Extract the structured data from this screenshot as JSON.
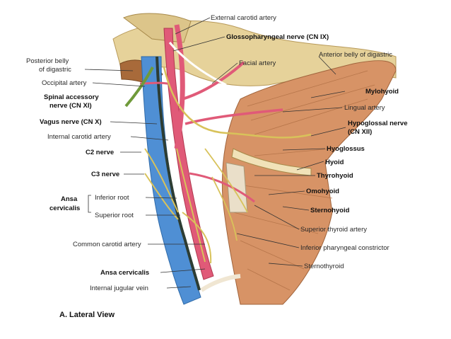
{
  "view_caption": "A. Lateral View",
  "colors": {
    "vein": "#4f8fd4",
    "artery": "#e05a78",
    "nerve": "#d8c25a",
    "muscle": "#d79366",
    "bone": "#e6d29a"
  },
  "labels": {
    "external_carotid_artery": "External carotid artery",
    "glossopharyngeal_nerve": "Glossopharyngeal nerve (CN IX)",
    "facial_artery": "Facial artery",
    "anterior_belly_digastric": "Anterior belly of digastric",
    "posterior_belly_line1": "Posterior belly",
    "posterior_belly_line2": "of digastric",
    "occipital_artery": "Occipital artery",
    "mylohyoid": "Mylohyoid",
    "spinal_accessory_line1": "Spinal accessory",
    "spinal_accessory_line2": "nerve (CN XI)",
    "lingual_artery": "Lingual artery",
    "vagus_nerve": "Vagus nerve (CN X)",
    "hypoglossal_line1": "Hypoglossal nerve",
    "hypoglossal_line2": "(CN XII)",
    "internal_carotid_artery": "Internal carotid artery",
    "hyoglossus": "Hyoglossus",
    "c2_nerve": "C2 nerve",
    "hyoid": "Hyoid",
    "thyrohyoid": "Thyrohyoid",
    "c3_nerve": "C3 nerve",
    "omohyoid": "Omohyoid",
    "ansa_line1": "Ansa",
    "ansa_line2": "cervicalis",
    "inferior_root": "Inferior root",
    "sternohyoid": "Sternohyoid",
    "superior_root": "Superior root",
    "superior_thyroid_artery": "Superior thyroid artery",
    "common_carotid_artery": "Common carotid artery",
    "inferior_pharyngeal_constrictor": "Inferior pharyngeal constrictor",
    "sternothyroid": "Sternothyroid",
    "ansa_cervicalis": "Ansa cervicalis",
    "internal_jugular_vein": "Internal jugular vein"
  }
}
